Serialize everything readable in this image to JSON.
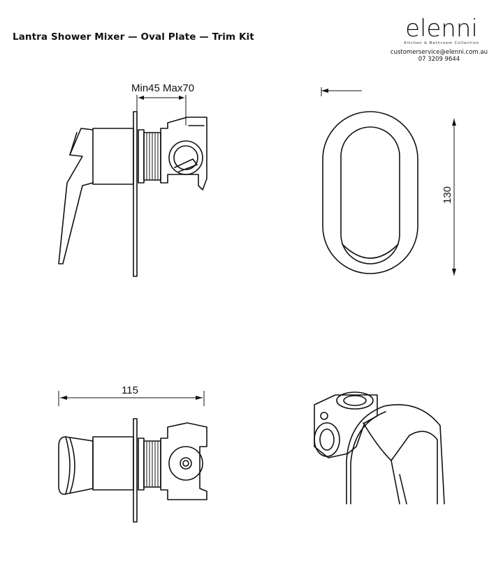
{
  "header": {
    "title": "Lantra Shower Mixer — Oval Plate — Trim Kit",
    "logo_text": "elenni",
    "tagline": "Kitchen & Bathroom Collection",
    "email": "customerservice@elenni.com.au",
    "phone": "07 3209 9644"
  },
  "dimensions": {
    "depth_range": "Min45 Max70",
    "plate_height": "130",
    "overall_length": "115"
  }
}
